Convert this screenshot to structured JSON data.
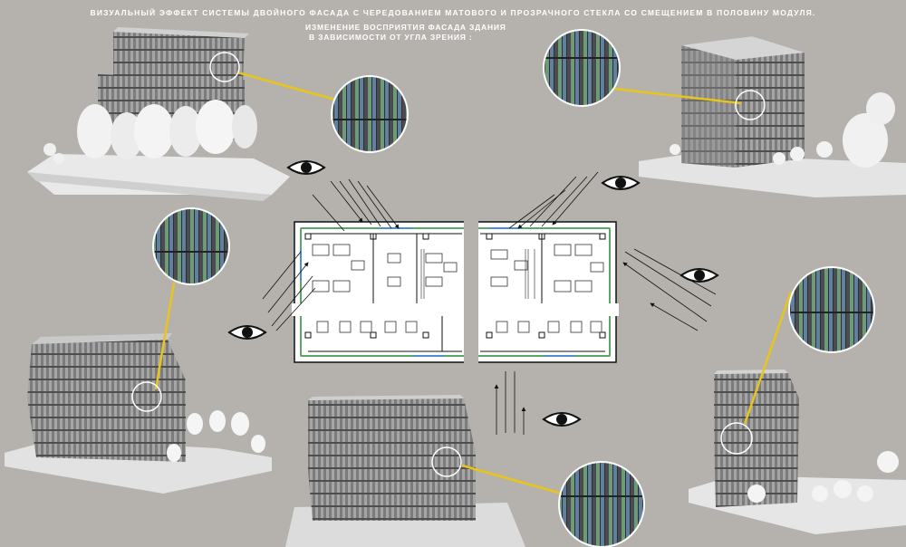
{
  "header": {
    "title": "ВИЗУАЛЬНЫЙ ЭФФЕКТ СИСТЕМЫ ДВОЙНОГО ФАСАДА С ЧЕРЕДОВАНИЕМ МАТОВОГО И ПРОЗРАЧНОГО СТЕКЛА СО СМЕЩЕНИЕМ В ПОЛОВИНУ МОДУЛЯ.",
    "subtitle_line1": "ИЗМЕНЕНИЕ ВОСПРИЯТИЯ ФАСАДА ЗДАНИЯ",
    "subtitle_line2": "В ЗАВИСИМОСТИ ОТ УГЛА ЗРЕНИЯ :"
  },
  "colors": {
    "background": "#b5b2ae",
    "callout_line": "#e8c51a",
    "glass_green": "#6f9a7a",
    "glass_blue": "#5f7fa3",
    "glass_dark": "#4a4d4c",
    "plan_green": "#5aa865",
    "plan_blue": "#4a8fd0"
  },
  "icons": {
    "eye": "eye-icon",
    "sight_arrows": "arrow-icon"
  }
}
